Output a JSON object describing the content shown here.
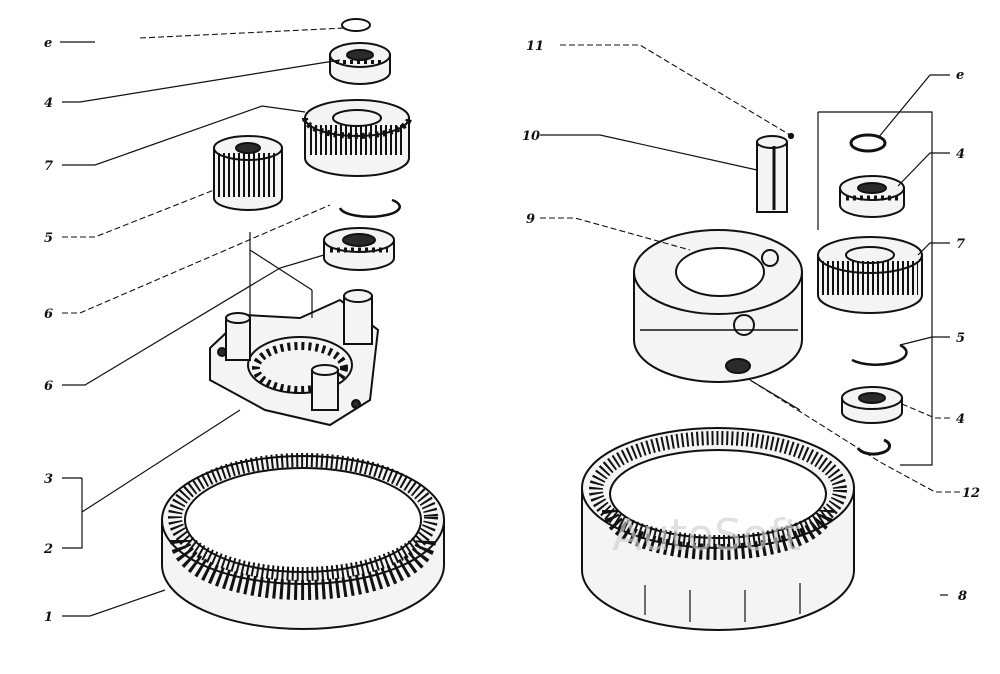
{
  "diagram": {
    "watermark": "AutoSoft",
    "left_labels": [
      "e",
      "4",
      "7",
      "5",
      "6",
      "6",
      "3",
      "2",
      "1"
    ],
    "right_labels": [
      "11",
      "10",
      "9",
      "e",
      "4",
      "7",
      "5",
      "4",
      "12",
      "8"
    ]
  }
}
